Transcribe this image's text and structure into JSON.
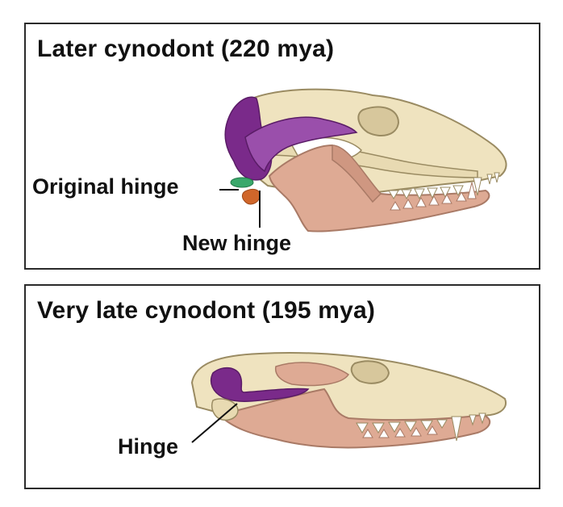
{
  "panels": [
    {
      "title": "Later cynodont (220 mya)",
      "labels": {
        "original_hinge": "Original hinge",
        "new_hinge": "New hinge"
      }
    },
    {
      "title": "Very late cynodont (195 mya)",
      "labels": {
        "hinge": "Hinge"
      }
    }
  ],
  "colors": {
    "bone": "#efe3bf",
    "bone_outline": "#9a8b62",
    "jaw": "#deaa94",
    "jaw_outline": "#a97a66",
    "squamosal": "#7a2a8a",
    "squamosal_light": "#9a4fab",
    "original_hinge": "#3aa86b",
    "new_hinge": "#d0662a",
    "teeth": "#ffffff"
  }
}
